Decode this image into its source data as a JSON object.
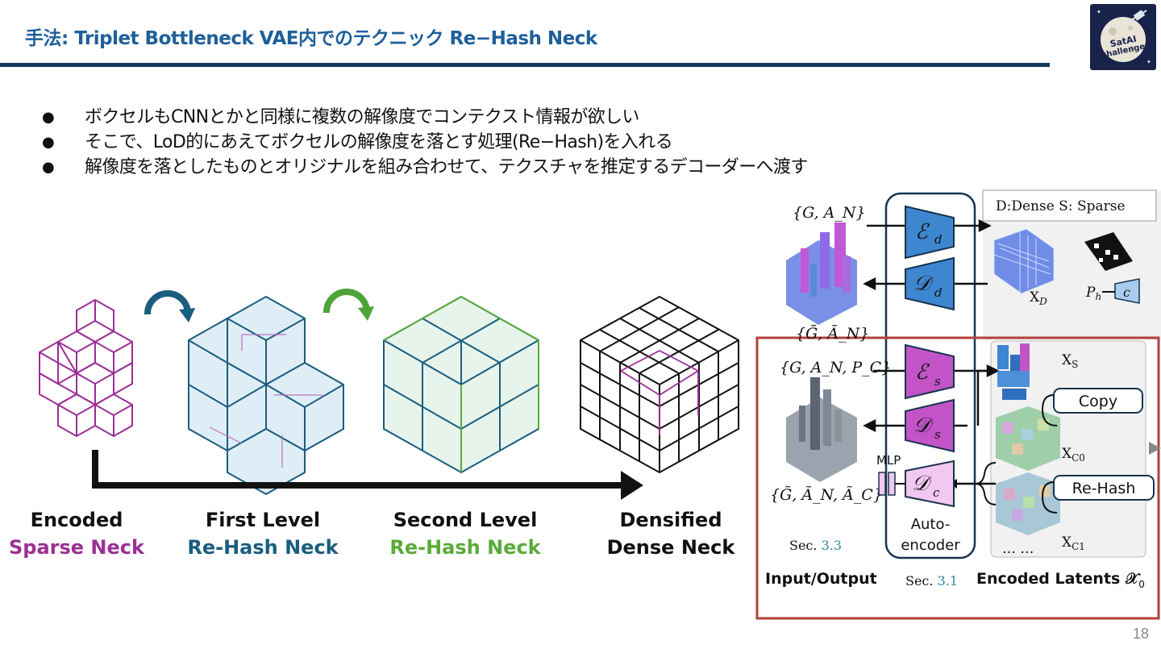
{
  "header": {
    "title": "手法: Triplet Bottleneck VAE内でのテクニック Re−Hash Neck",
    "logo_text": "SatAI challenge"
  },
  "bullets": [
    "ボクセルもCNNとかと同様に複数の解像度でコンテクスト情報が欲しい",
    "そこで、LoD的にあえてボクセルの解像度を落とす処理(Re−Hash)を入れる",
    "解像度を落としたものとオリジナルを組み合わせて、テクスチャを推定するデコーダーへ渡す"
  ],
  "stages": [
    {
      "line1": "Encoded",
      "line2": "Sparse Neck",
      "color": "#9b2f96"
    },
    {
      "line1": "First Level",
      "line2": "Re-Hash Neck",
      "color": "#1a5d7e"
    },
    {
      "line1": "Second Level",
      "line2": "Re-Hash Neck",
      "color": "#5aab3a"
    },
    {
      "line1": "Densified",
      "line2": "Dense Neck",
      "color": "#111111"
    }
  ],
  "right_figure": {
    "legend": "D:Dense   S: Sparse",
    "input_top": "{G, A_N}",
    "output_top": "{G̃, Ã_N}",
    "input_mid": "{G, A_N, P_C}",
    "output_bottom": "{G̃, Ã_N, Ã_C}",
    "enc_d": "ℰ",
    "enc_d_sub": "d",
    "dec_d": "𝒟",
    "dec_d_sub": "d",
    "enc_s": "ℰ",
    "enc_s_sub": "s",
    "dec_s": "𝒟",
    "dec_s_sub": "s",
    "dec_c": "𝒟",
    "dec_c_sub": "c",
    "xd": "X",
    "xd_sub": "D",
    "xs": "X",
    "xs_sub": "S",
    "xc0": "X",
    "xc0_sub": "C0",
    "xc1": "X",
    "xc1_sub": "C1",
    "ph": "P",
    "ph_sub": "h",
    "c_box": "c",
    "mlp": "MLP",
    "copy": "Copy",
    "rehash": "Re-Hash",
    "ellipsis": "… …",
    "autoencoder_1": "Auto-",
    "autoencoder_2": "encoder",
    "sec33_prefix": "Sec. ",
    "sec33_num": "3.3",
    "sec31_prefix": "Sec. ",
    "sec31_num": "3.1",
    "footer_io": "Input/Output",
    "footer_latents": "Encoded Latents 𝒳",
    "footer_latents_sub": "0"
  },
  "page_number": "18",
  "colors": {
    "title": "#1f5f9a",
    "rule": "#17375e",
    "highlight_box": "#b3403a",
    "encoder_dense": "#3f86d0",
    "encoder_sparse": "#c254c8"
  }
}
